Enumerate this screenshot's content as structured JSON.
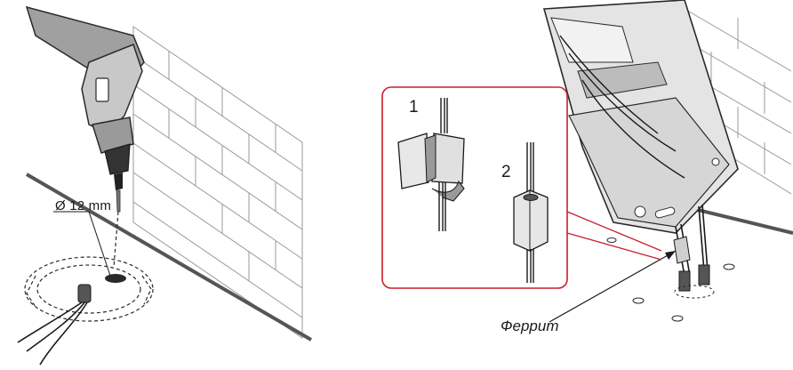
{
  "labels": {
    "hole_diameter": "Ø 12 mm",
    "step_1": "1",
    "step_2": "2",
    "ferrite": "Феррит"
  },
  "colors": {
    "outline": "#2a2a2a",
    "callout_frame": "#c8202b",
    "device_fill": "#e4e4e4",
    "wall_line": "#9a9a9a"
  }
}
